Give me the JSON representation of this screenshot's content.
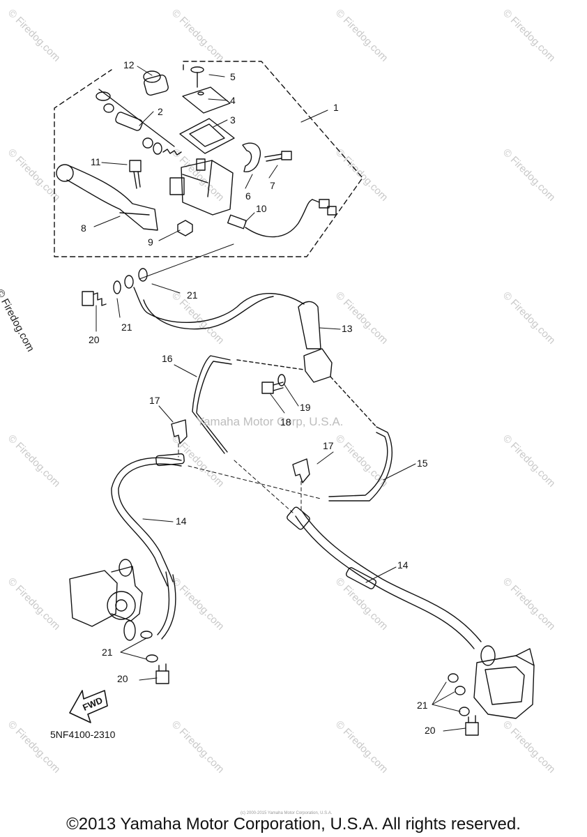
{
  "watermark_text": "© Firedog.com",
  "side_watermark": "© Firedog.com",
  "center_watermark": "Yamaha Motor Corp, U.S.A.",
  "part_code": "5NF4100-2310",
  "fwd_label": "FWD",
  "tiny_copyright": "(c) 2000-2015 Yamaha Motor Corporation, U.S.A.",
  "copyright": "©2013 Yamaha Motor Corporation, U.S.A. All rights reserved.",
  "callouts": [
    {
      "id": "1",
      "label": "1"
    },
    {
      "id": "2",
      "label": "2"
    },
    {
      "id": "3",
      "label": "3"
    },
    {
      "id": "4",
      "label": "4"
    },
    {
      "id": "5",
      "label": "5"
    },
    {
      "id": "6",
      "label": "6"
    },
    {
      "id": "7",
      "label": "7"
    },
    {
      "id": "8",
      "label": "8"
    },
    {
      "id": "9",
      "label": "9"
    },
    {
      "id": "10",
      "label": "10"
    },
    {
      "id": "11",
      "label": "11"
    },
    {
      "id": "12",
      "label": "12"
    },
    {
      "id": "13",
      "label": "13"
    },
    {
      "id": "14a",
      "label": "14"
    },
    {
      "id": "14b",
      "label": "14"
    },
    {
      "id": "15",
      "label": "15"
    },
    {
      "id": "16",
      "label": "16"
    },
    {
      "id": "17a",
      "label": "17"
    },
    {
      "id": "17b",
      "label": "17"
    },
    {
      "id": "18",
      "label": "18"
    },
    {
      "id": "19",
      "label": "19"
    },
    {
      "id": "20a",
      "label": "20"
    },
    {
      "id": "20b",
      "label": "20"
    },
    {
      "id": "20c",
      "label": "20"
    },
    {
      "id": "21a",
      "label": "21"
    },
    {
      "id": "21b",
      "label": "21"
    },
    {
      "id": "21c",
      "label": "21"
    },
    {
      "id": "21d",
      "label": "21"
    }
  ]
}
